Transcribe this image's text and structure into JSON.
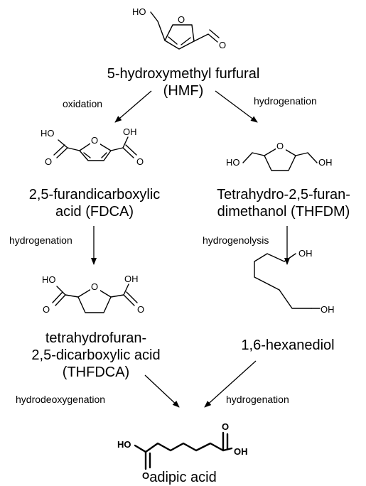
{
  "compounds": {
    "hmf": {
      "line1": "5-hydroxymethyl furfural",
      "line2": "(HMF)"
    },
    "fdca": {
      "line1": "2,5-furandicarboxylic",
      "line2": "acid (FDCA)"
    },
    "thfdm": {
      "line1": "Tetrahydro-2,5-furan-",
      "line2": "dimethanol (THFDM)"
    },
    "thfdca": {
      "line1": "tetrahydrofuran-",
      "line2": "2,5-dicarboxylic acid",
      "line3": "(THFDCA)"
    },
    "hexanediol": {
      "line1": "1,6-hexanediol"
    },
    "adipic": {
      "line1": "adipic acid"
    }
  },
  "steps": {
    "oxidation": "oxidation",
    "hydrogenation_right": "hydrogenation",
    "hydrogenation_left": "hydrogenation",
    "hydrogenolysis": "hydrogenolysis",
    "hydrodeoxygenation": "hydrodeoxygenation",
    "hydrogenation_bottom": "hydrogenation"
  },
  "atoms": {
    "hydroxyl": "HO",
    "hydroxyl_right": "OH",
    "oxygen": "O"
  }
}
